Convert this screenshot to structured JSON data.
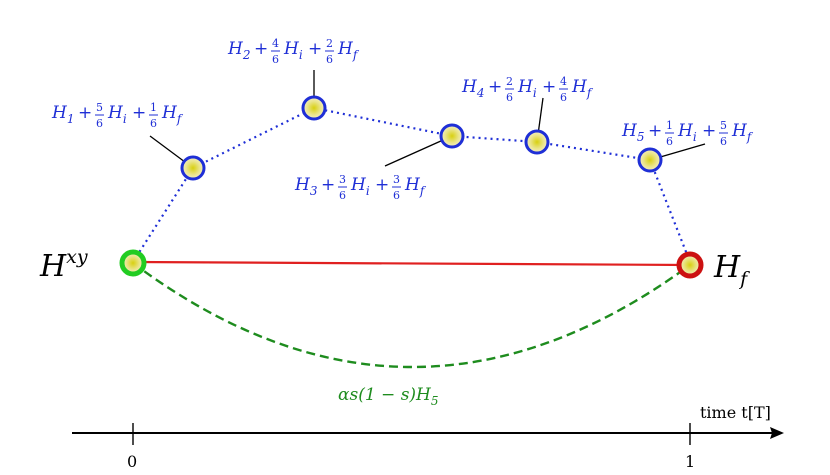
{
  "nodes": {
    "start": {
      "label": "H^{xy}",
      "base": "H",
      "sup": "xy",
      "color": "#22cc22"
    },
    "end": {
      "label": "H_f",
      "base": "H",
      "sub": "f",
      "color": "#cc1111"
    },
    "h1": {
      "label": "H_1 + 5/6 H_i + 1/6 H_f",
      "base": "H",
      "idx": "1",
      "n1": "5",
      "n2": "1",
      "d": "6"
    },
    "h2": {
      "label": "H_2 + 4/6 H_i + 2/6 H_f",
      "base": "H",
      "idx": "2",
      "n1": "4",
      "n2": "2",
      "d": "6"
    },
    "h3": {
      "label": "H_3 + 3/6 H_i + 3/6 H_f",
      "base": "H",
      "idx": "3",
      "n1": "3",
      "n2": "3",
      "d": "6"
    },
    "h4": {
      "label": "H_4 + 2/6 H_i + 4/6 H_f",
      "base": "H",
      "idx": "4",
      "n1": "2",
      "n2": "4",
      "d": "6"
    },
    "h5": {
      "label": "H_5 + 1/6 H_i + 5/6 H_f",
      "base": "H",
      "idx": "5",
      "n1": "1",
      "n2": "5",
      "d": "6"
    }
  },
  "sub_i": "i",
  "sub_f": "f",
  "plus": "+",
  "dashed_label": "αs(1 − s)H",
  "dashed_label_sub": "5",
  "axis": {
    "label": "time t[T]",
    "tick_start": "0",
    "tick_end": "1"
  },
  "colors": {
    "dotted": "#1f2fd6",
    "direct": "#e02020",
    "dashed": "#1e8c1e",
    "node_fill": "#e6e07a",
    "node_ring": "#1f2fd6"
  }
}
